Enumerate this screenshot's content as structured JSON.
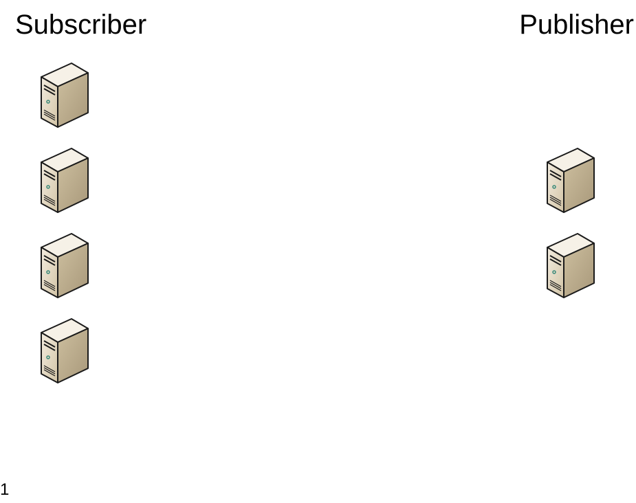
{
  "headings": {
    "subscriber": "Subscriber",
    "publisher": "Publisher"
  },
  "nodes": {
    "subscribers": [
      {
        "icon": "server-icon"
      },
      {
        "icon": "server-icon"
      },
      {
        "icon": "server-icon"
      },
      {
        "icon": "server-icon"
      }
    ],
    "publishers": [
      {
        "icon": "server-icon"
      },
      {
        "icon": "server-icon"
      }
    ]
  },
  "slide_number": "1",
  "colors": {
    "server_front": "#e6dcc8",
    "server_side": "#b8aa8c",
    "server_top": "#f4efe4",
    "outline": "#1a1a1a",
    "led": "#3a8a7a"
  }
}
